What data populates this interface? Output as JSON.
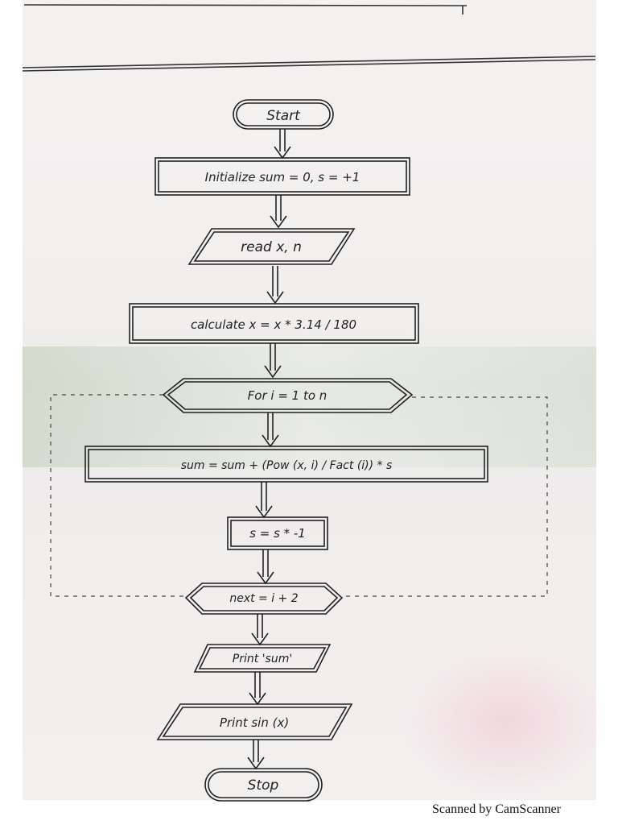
{
  "flowchart": {
    "start": "Start",
    "init": "Initialize  sum = 0,  s = +1",
    "read": "read  x, n",
    "calculate": "calculate   x = x * 3.14 / 180",
    "loop_start": "For   i = 1  to  n",
    "sum_step": "sum  =  sum + (Pow (x, i) / Fact (i)) * s",
    "sign_step": "s = s * -1",
    "loop_next": "next  =  i + 2",
    "print_sum": "Print 'sum'",
    "print_sin": "Print   sin (x)",
    "stop": "Stop"
  },
  "footer": {
    "scanner": "Scanned by CamScanner"
  },
  "colors": {
    "ink": "#222222"
  }
}
